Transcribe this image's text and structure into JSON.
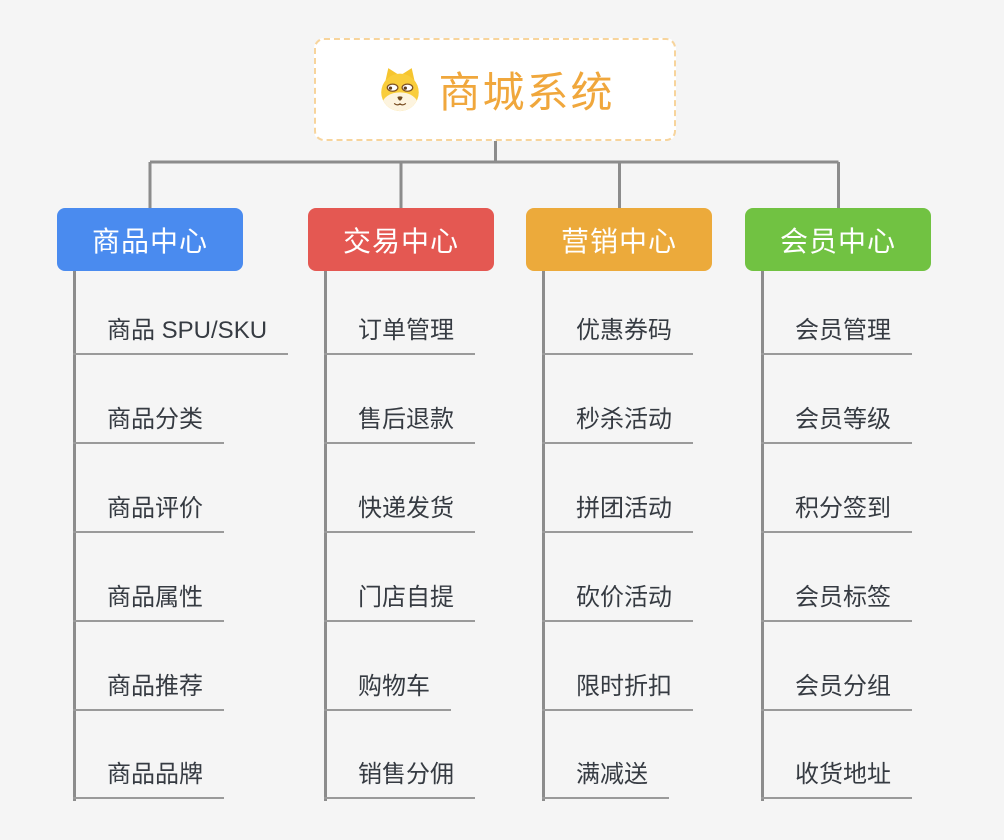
{
  "root": {
    "title": "商城系统",
    "icon": "dog-face-icon"
  },
  "colors": {
    "background": "#f5f5f5",
    "line": "#8c8c8c",
    "underline": "#9a9a9a",
    "root_bg": "#ffffff",
    "root_border": "#f7d49c",
    "root_text": "#f0a73c",
    "node_text": "#ffffff",
    "leaf_text": "#363b42"
  },
  "branches": [
    {
      "label": "商品中心",
      "color": "#4a8bef",
      "children": [
        "商品 SPU/SKU",
        "商品分类",
        "商品评价",
        "商品属性",
        "商品推荐",
        "商品品牌"
      ]
    },
    {
      "label": "交易中心",
      "color": "#e45852",
      "children": [
        "订单管理",
        "售后退款",
        "快递发货",
        "门店自提",
        "购物车",
        "销售分佣"
      ]
    },
    {
      "label": "营销中心",
      "color": "#ecaa3b",
      "children": [
        "优惠券码",
        "秒杀活动",
        "拼团活动",
        "砍价活动",
        "限时折扣",
        "满减送"
      ]
    },
    {
      "label": "会员中心",
      "color": "#71c242",
      "children": [
        "会员管理",
        "会员等级",
        "积分签到",
        "会员标签",
        "会员分组",
        "收货地址"
      ]
    }
  ]
}
